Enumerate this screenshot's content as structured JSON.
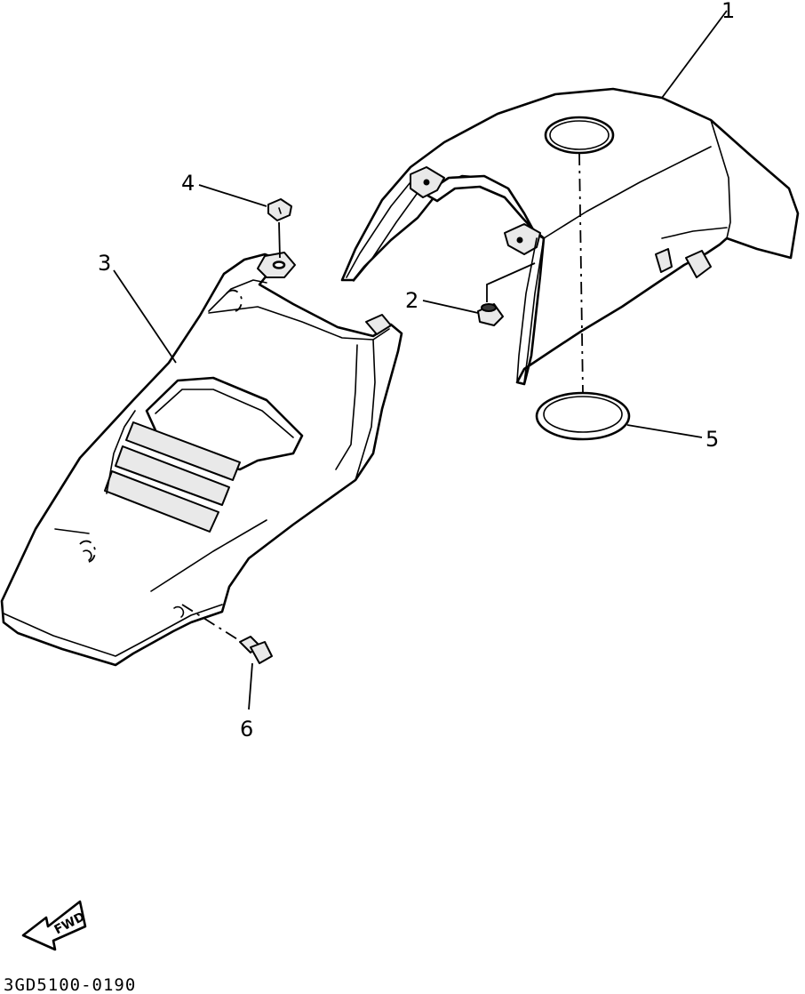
{
  "diagram": {
    "callouts": [
      {
        "id": "1",
        "label": "1"
      },
      {
        "id": "2",
        "label": "2"
      },
      {
        "id": "3",
        "label": "3"
      },
      {
        "id": "4",
        "label": "4"
      },
      {
        "id": "5",
        "label": "5"
      },
      {
        "id": "6",
        "label": "6"
      }
    ],
    "direction_label": "FWD",
    "part_code": "3GD5100-0190"
  }
}
